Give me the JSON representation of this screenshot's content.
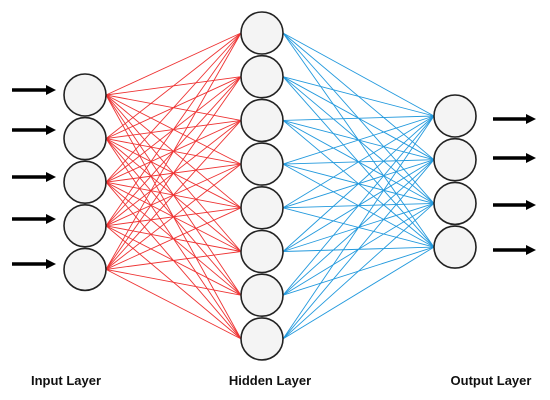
{
  "diagram": {
    "type": "feed-forward-neural-network",
    "layers": [
      {
        "name": "input",
        "label": "Input Layer",
        "node_count": 5
      },
      {
        "name": "hidden",
        "label": "Hidden Layer",
        "node_count": 8
      },
      {
        "name": "output",
        "label": "Output Layer",
        "node_count": 4
      }
    ],
    "input_arrow_count": 5,
    "output_arrow_count": 4,
    "colors": {
      "input_to_hidden_edges": "#ee3333",
      "hidden_to_output_edges": "#2299dd",
      "node_fill": "#f4f4f4",
      "node_stroke": "#222222",
      "arrows": "#000000"
    }
  }
}
